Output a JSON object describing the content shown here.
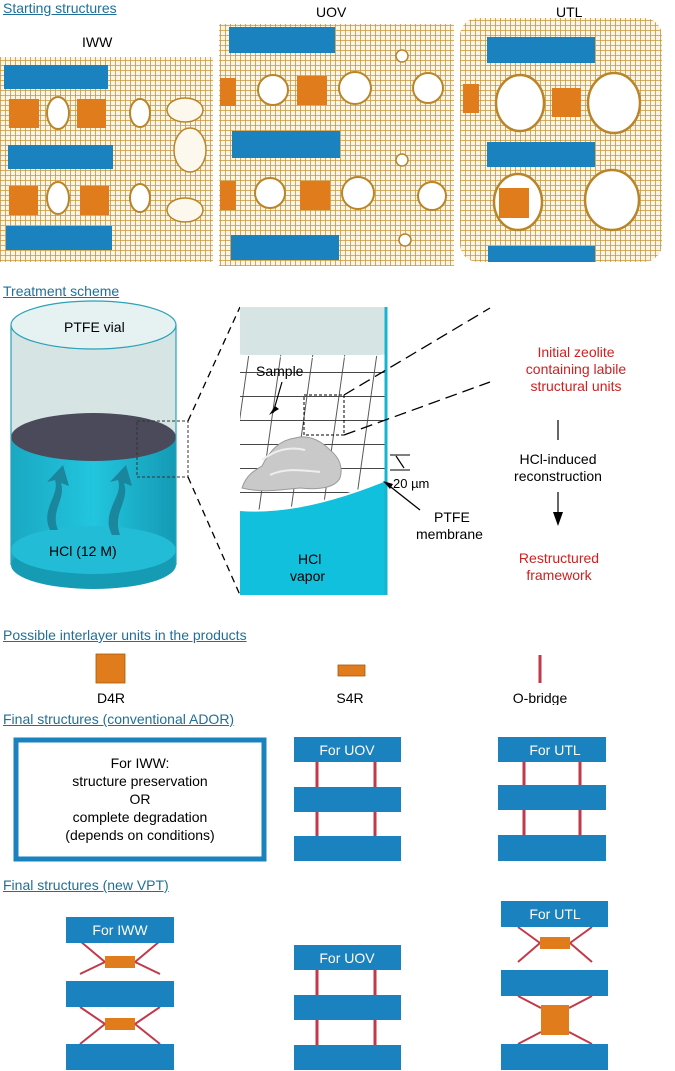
{
  "sections": {
    "starting": "Starting structures",
    "treatment": "Treatment scheme",
    "units": "Possible interlayer units in the products",
    "conventional": "Final structures (conventional ADOR)",
    "vpt": "Final structures (new VPT)"
  },
  "starting": {
    "iww": "IWW",
    "uov": "UOV",
    "utl": "UTL"
  },
  "treatment": {
    "vial": "PTFE vial",
    "hcl_liquid": "HCl (12 M)",
    "sample": "Sample",
    "scale": "20 µm",
    "membrane_1": "PTFE",
    "membrane_2": "membrane",
    "vapor_1": "HCl",
    "vapor_2": "vapor",
    "initial_1": "Initial zeolite",
    "initial_2": "containing labile",
    "initial_3": "structural units",
    "induced_1": "HCl-induced",
    "induced_2": "reconstruction",
    "restructured_1": "Restructured",
    "restructured_2": "framework"
  },
  "units": {
    "d4r": "D4R",
    "s4r": "S4R",
    "obridge": "O-bridge"
  },
  "conventional": {
    "iww_1": "For IWW:",
    "iww_2": "structure preservation",
    "iww_3": "OR",
    "iww_4": "complete degradation",
    "iww_5": "(depends on conditions)",
    "uov": "For UOV",
    "utl": "For UTL"
  },
  "vpt": {
    "iww": "For IWW",
    "uov": "For UOV",
    "utl": "For UTL"
  },
  "colors": {
    "layer": "#1982bf",
    "d4r": "#e07c1c",
    "bridge": "#c23a4a",
    "heading": "#1f6f9a",
    "accent_red": "#d01f1f",
    "mesh": "#c9983a",
    "liquid": "#10c0dc"
  }
}
